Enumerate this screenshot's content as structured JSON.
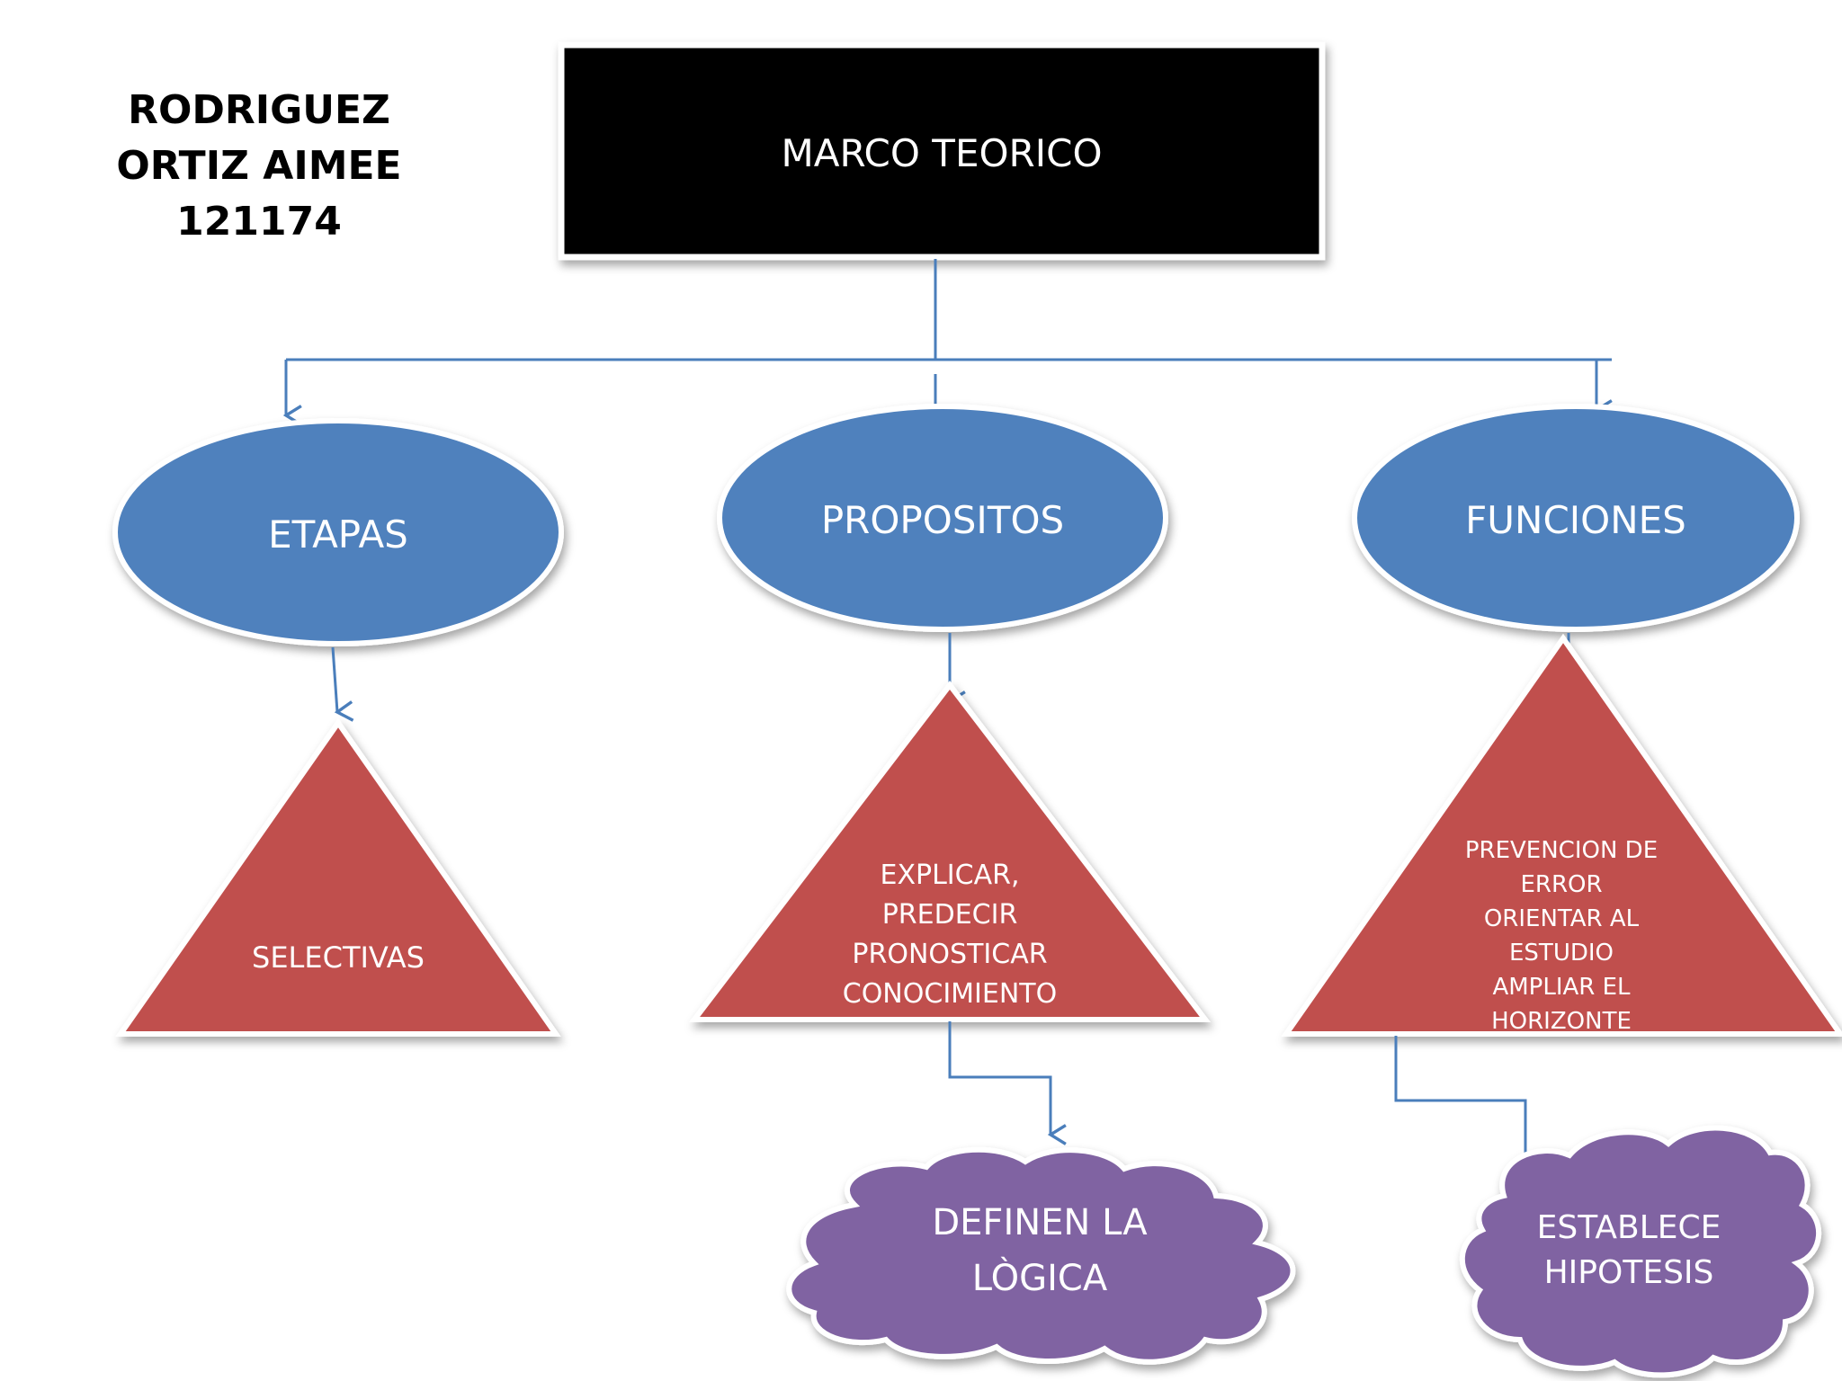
{
  "author": {
    "lines": [
      "RODRIGUEZ",
      "ORTIZ AIMEE",
      "121174"
    ]
  },
  "root": {
    "label": "MARCO TEORICO"
  },
  "categories": [
    {
      "label": "ETAPAS",
      "detail_lines": [
        "SELECTIVAS"
      ]
    },
    {
      "label": "PROPOSITOS",
      "detail_lines": [
        "EXPLICAR,",
        "PREDECIR",
        "PRONOSTICAR",
        "CONOCIMIENTO"
      ]
    },
    {
      "label": "FUNCIONES",
      "detail_lines": [
        "PREVENCION DE",
        "ERROR",
        "ORIENTAR AL",
        "ESTUDIO",
        "AMPLIAR EL",
        "HORIZONTE"
      ]
    }
  ],
  "outcomes": [
    {
      "from": "PROPOSITOS",
      "lines": [
        "DEFINEN LA",
        "LÒGICA"
      ]
    },
    {
      "from": "FUNCIONES",
      "lines": [
        "ESTABLECE",
        "HIPOTESIS"
      ]
    }
  ],
  "colors": {
    "root_fill": "#000000",
    "ellipse_fill": "#4f81bd",
    "triangle_fill": "#c0504d",
    "cloud_fill": "#8064a2",
    "connector": "#4a7ebb",
    "text_light": "#ffffff"
  }
}
